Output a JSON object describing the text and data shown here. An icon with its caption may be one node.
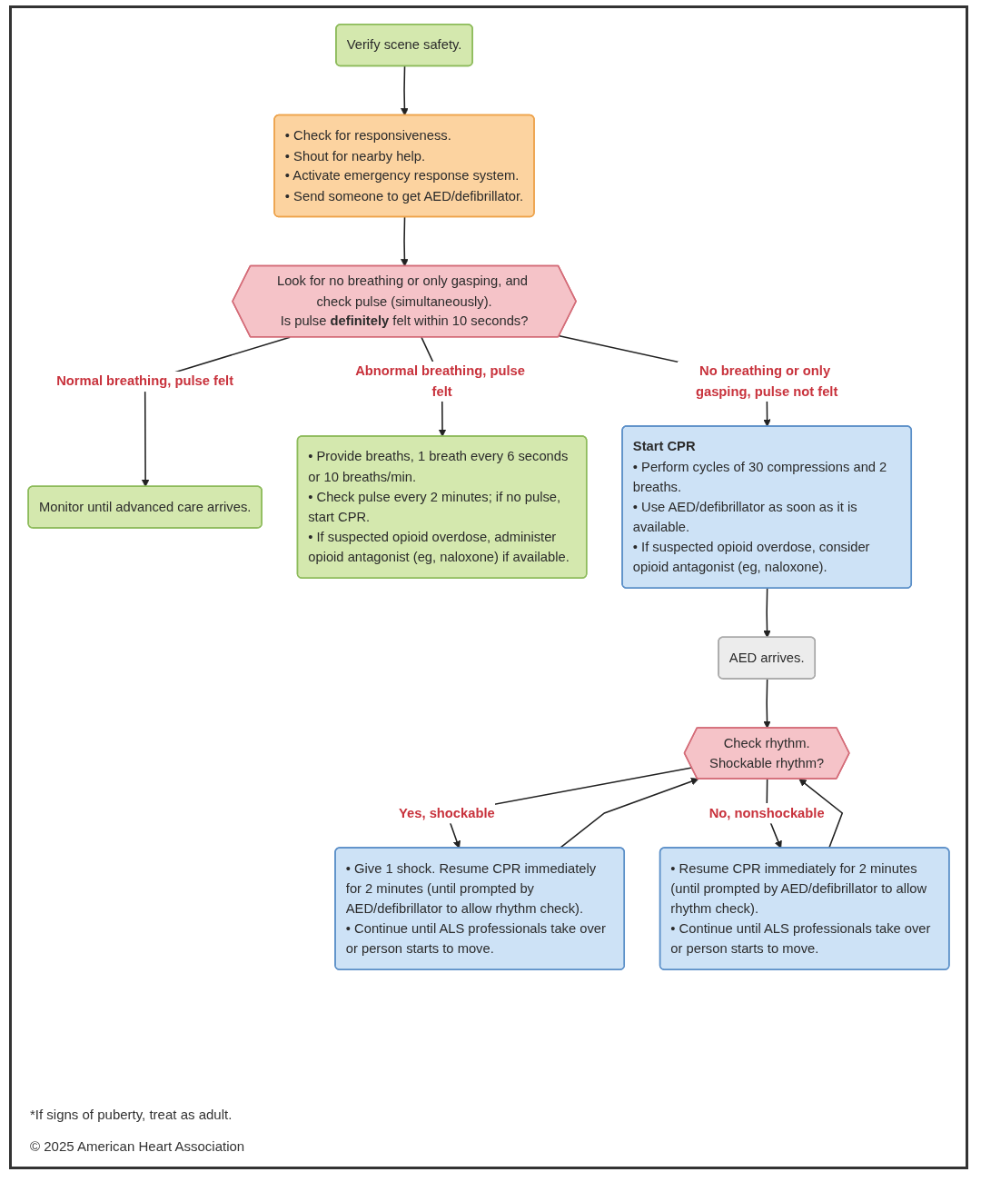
{
  "diagram": {
    "nodes": [
      {
        "text": [
          "Verify scene safety."
        ]
      },
      {
        "text": [
          "• Check for responsiveness.",
          "• Shout for nearby help.",
          "• Activate emergency response system.",
          "• Send someone to get AED/defibrillator."
        ]
      },
      {
        "text": [
          "Look for no breathing or only gasping, and check pulse (simultaneously).",
          "Is pulse **definitely** felt within 10 seconds?"
        ]
      },
      {
        "text": [
          "Monitor until advanced care arrives."
        ]
      },
      {
        "text": [
          "• Provide breaths, 1 breath every 6 seconds or 10 breaths/min.",
          "• Check pulse every 2 minutes; if no pulse, start CPR.",
          "• If suspected opioid overdose, administer opioid antagonist (eg, naloxone) if available."
        ]
      },
      {
        "text": [
          "Start CPR",
          "• Perform cycles of 30 compressions and 2 breaths.",
          "• Use AED/defibrillator as soon as it is available.",
          "• If suspected opioid overdose, consider opioid antagonist (eg, naloxone)."
        ]
      },
      {
        "text": [
          "AED arrives."
        ]
      },
      {
        "text": [
          "Check rhythm.",
          "Shockable rhythm?"
        ]
      },
      {
        "text": [
          "• Give 1 shock. Resume CPR immediately for 2 minutes (until prompted by AED/defibrillator to allow rhythm check).",
          "• Continue until ALS professionals take over or person starts to move."
        ]
      },
      {
        "text": [
          "• Resume CPR immediately for 2 minutes (until prompted by AED/defibrillator to allow rhythm check).",
          "• Continue until ALS professionals take over or person starts to move."
        ]
      }
    ],
    "edges": [
      {
        "from": 0,
        "to": 1,
        "arrow": "to"
      },
      {
        "from": 1,
        "to": 2,
        "arrow": "to"
      },
      {
        "from": 2,
        "to": 3,
        "arrow": "to",
        "label": "Normal breathing, pulse felt"
      },
      {
        "from": 2,
        "to": 4,
        "arrow": "to",
        "label": "Abnormal breathing, pulse felt"
      },
      {
        "from": 2,
        "to": 5,
        "arrow": "to",
        "label": "No breathing or only gasping, pulse not felt"
      },
      {
        "from": 5,
        "to": 6,
        "arrow": "to"
      },
      {
        "from": 6,
        "to": 7,
        "arrow": "to"
      },
      {
        "from": 7,
        "to": 8,
        "arrow": "to",
        "label": "Yes, shockable"
      },
      {
        "from": 7,
        "to": 9,
        "arrow": "to",
        "label": "No, nonshockable"
      },
      {
        "from": 8,
        "to": 7,
        "arrow": "to"
      },
      {
        "from": 9,
        "to": 7,
        "arrow": "to"
      }
    ],
    "labels": [
      "*If signs of puberty, treat as adult.",
      "© 2025 American Heart Association"
    ]
  }
}
